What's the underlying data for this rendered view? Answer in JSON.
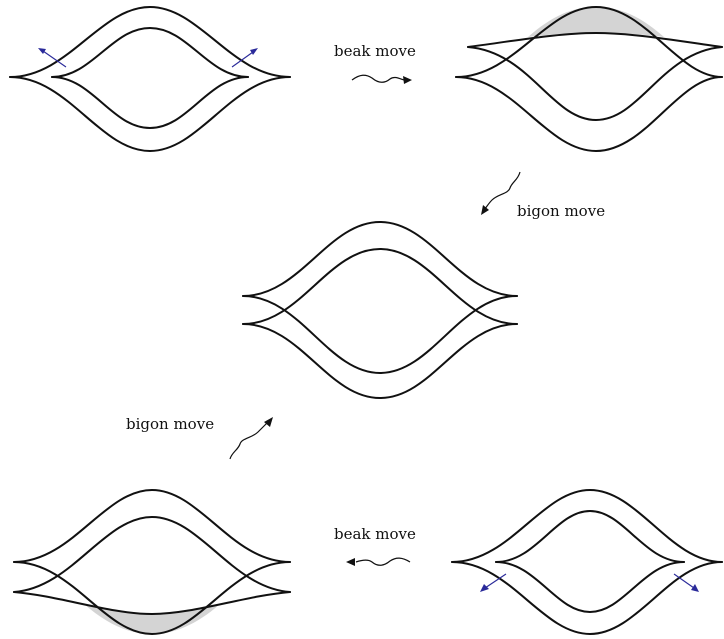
{
  "labels": {
    "beak_move_top": "beak move",
    "bigon_move_right": "bigon move",
    "bigon_move_left": "bigon move",
    "beak_move_bottom": "beak move"
  },
  "colors": {
    "line": "#111111",
    "shade": "#d4d4d4",
    "arrow_blue": "#2a2a9a"
  }
}
